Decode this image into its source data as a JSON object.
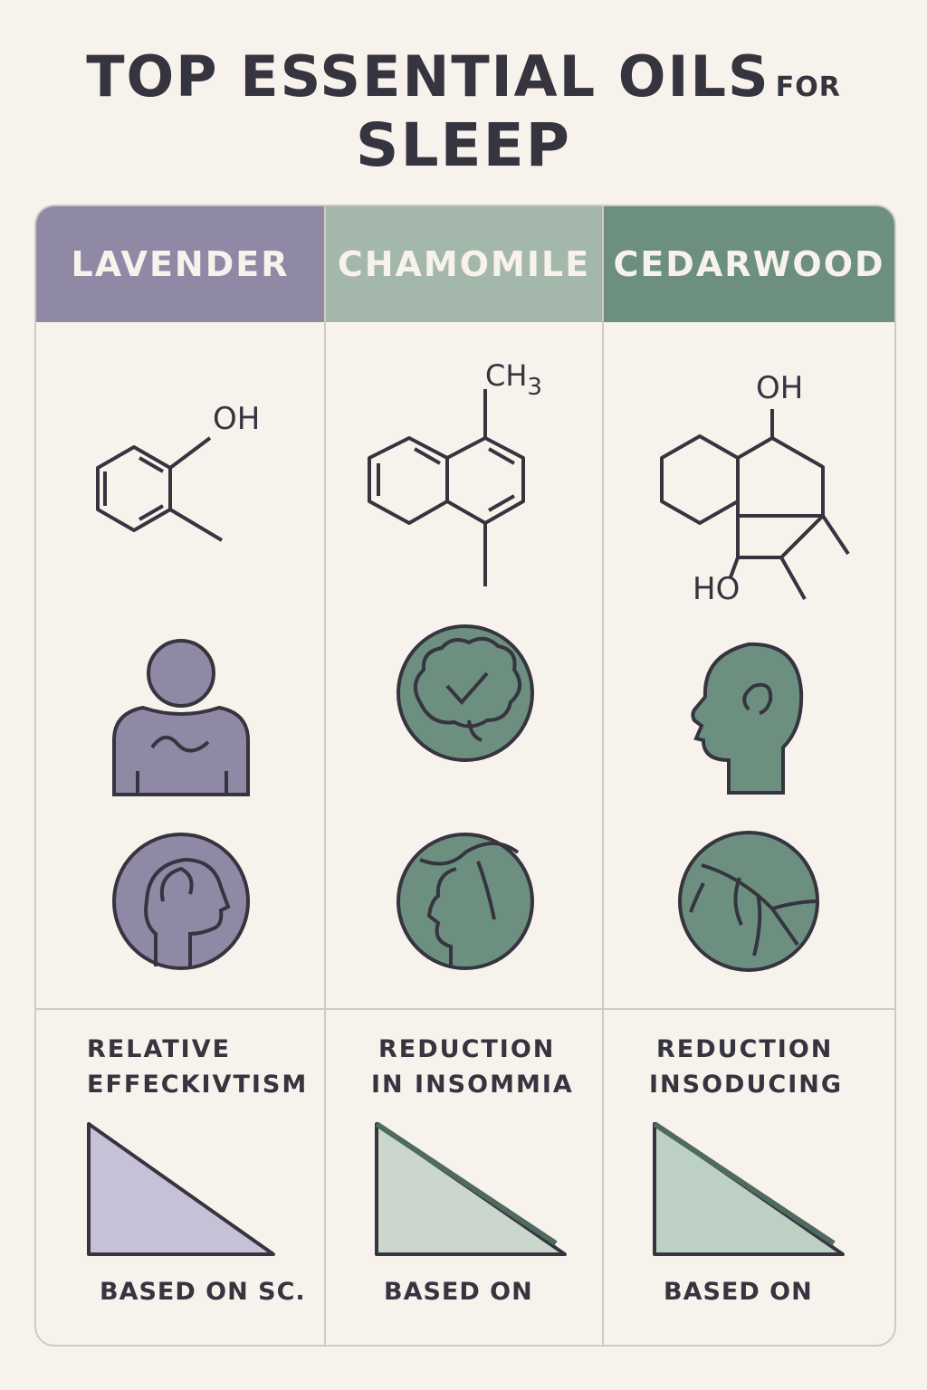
{
  "title": {
    "line1_main": "TOP ESSENTIAL OILS",
    "line1_small": "FOR",
    "line2": "SLEEP"
  },
  "colors": {
    "background": "#f7f3ec",
    "lavender": "#8f89a6",
    "chamomile": "#a4b7ab",
    "cedarwood": "#6d8f80",
    "ink": "#35343f"
  },
  "columns": [
    {
      "name": "LAVENDER",
      "molecule_labels": [
        "OH"
      ],
      "icons": [
        "molecule-icon",
        "person-icon",
        "head-profile-icon"
      ],
      "stat_label_lines": [
        "RELATIVE",
        "EFFECKIVTISM"
      ],
      "footer": "BASED ON SC."
    },
    {
      "name": "CHAMOMILE",
      "molecule_labels": [
        "CH",
        "3"
      ],
      "icons": [
        "molecule-icon",
        "brain-check-icon",
        "face-profile-icon"
      ],
      "stat_label_lines": [
        "REDUCTION",
        "IN INSOMMIA"
      ],
      "footer": "BASED ON"
    },
    {
      "name": "CEDARWOOD",
      "molecule_labels": [
        "OH",
        "HO"
      ],
      "icons": [
        "molecule-icon",
        "head-ear-icon",
        "branch-icon"
      ],
      "stat_label_lines": [
        "REDUCTION",
        "INSODUCING"
      ],
      "footer": "BASED ON"
    }
  ]
}
